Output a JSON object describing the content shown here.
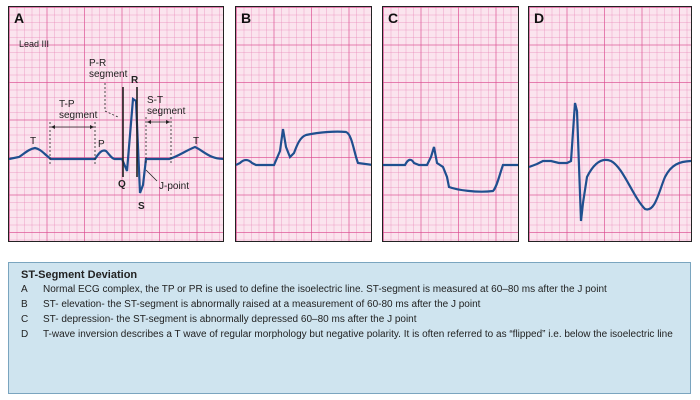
{
  "panels": {
    "a": {
      "letter": "A",
      "lead": "Lead III",
      "labels": {
        "t_left": "T",
        "tp_segment": "T-P\nsegment",
        "pr_segment": "P-R\nsegment",
        "r": "R",
        "st_segment": "S-T\nsegment",
        "t_right": "T",
        "p": "P",
        "q": "Q",
        "j_point": "J-point",
        "s": "S"
      }
    },
    "b": {
      "letter": "B"
    },
    "c": {
      "letter": "C"
    },
    "d": {
      "letter": "D"
    }
  },
  "legend": {
    "title": "ST-Segment Deviation",
    "items": [
      {
        "key": "A",
        "text": "Normal ECG complex, the TP or PR is used to define the isoelectric line. ST-segment is measured at 60–80 ms after the J point"
      },
      {
        "key": "B",
        "text": "ST- elevation- the ST-segment is abnormally raised at a measurement of 60-80 ms after the J point"
      },
      {
        "key": "C",
        "text": "ST- depression- the ST-segment is abnormally depressed 60–80 ms after the J point"
      },
      {
        "key": "D",
        "text": "T-wave inversion describes a T wave of regular morphology but negative polarity. It is often referred to as “flipped” i.e. below the isoelectric line"
      }
    ]
  },
  "colors": {
    "trace": "#1f4f8f",
    "grid_major": "#da468c",
    "legend_bg": "#cfe4ef"
  }
}
